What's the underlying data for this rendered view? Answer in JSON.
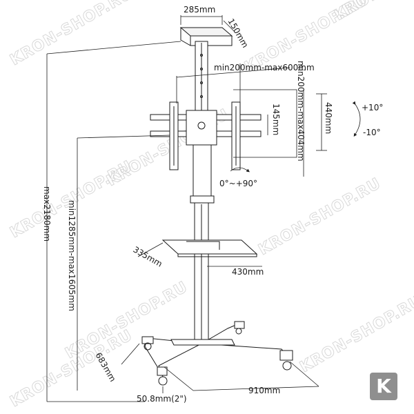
{
  "labels": {
    "top_width": "285mm",
    "top_depth": "150mm",
    "vesa_horizontal": "min200mm-max600mm",
    "vesa_vertical": "min200mm-max404mm",
    "bracket_spacing": "145mm",
    "screen_height": "440mm",
    "tilt_up": "+10°",
    "tilt_down": "-10°",
    "rotation": "0°~+90°",
    "max_height": "max2180mm",
    "mount_height_range": "min1285mm-max1605mm",
    "shelf_depth": "335mm",
    "shelf_width": "430mm",
    "base_depth": "683mm",
    "base_width": "910mm",
    "caster_size": "50.8mm(2\")"
  },
  "watermark": {
    "text": "KRON-SHOP.RU",
    "logo_letter": "K",
    "color": "#cfcfcf"
  },
  "colors": {
    "line": "#1a1a1a",
    "logo_bg": "#8f8f8f"
  }
}
